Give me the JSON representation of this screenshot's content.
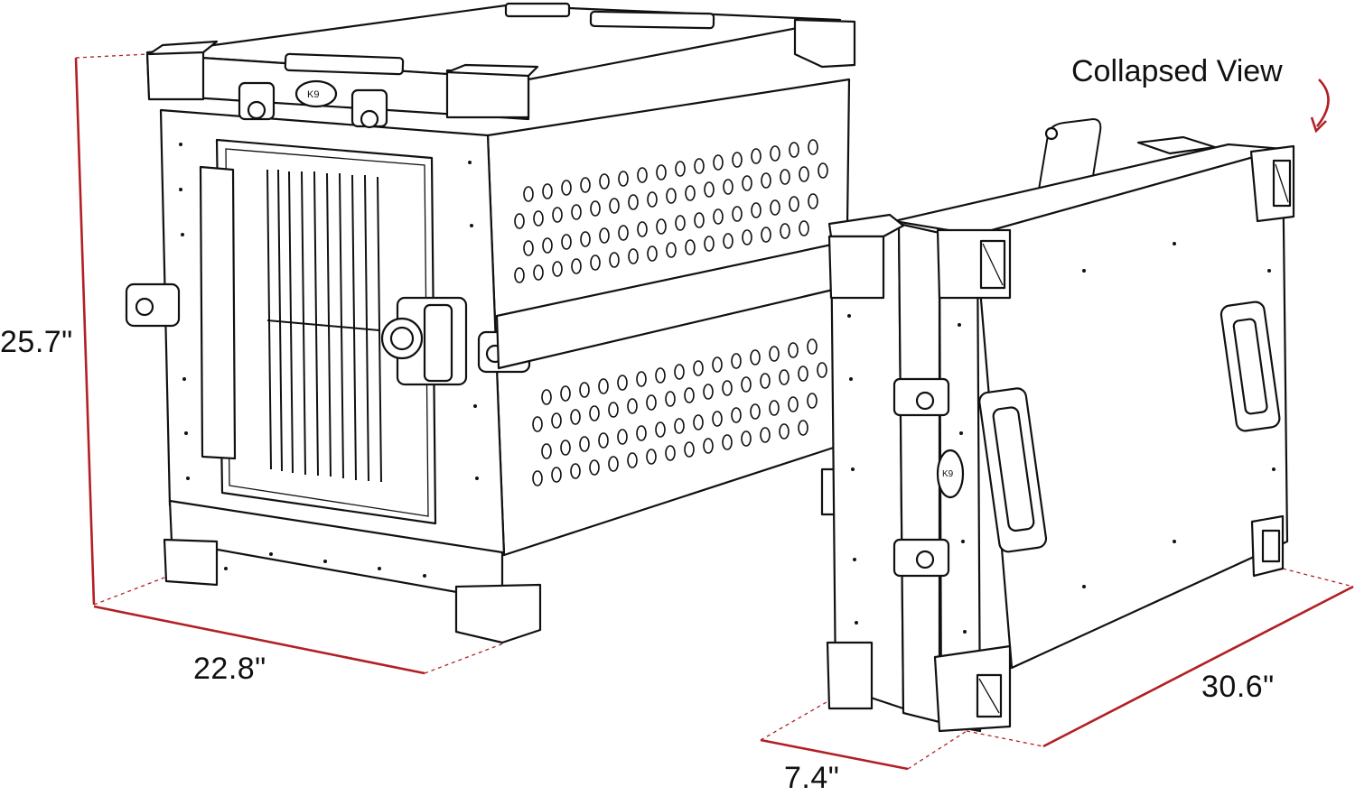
{
  "title": "Collapsed View",
  "dimensions": {
    "height": "25.7\"",
    "width": "22.8\"",
    "depth": "30.6\"",
    "collapsed_width": "7.4\""
  },
  "colors": {
    "dimension_line": "#b21f24",
    "outline": "#111111",
    "background": "#ffffff"
  },
  "icons": {
    "arrow": "curved-arrow-down-icon"
  }
}
